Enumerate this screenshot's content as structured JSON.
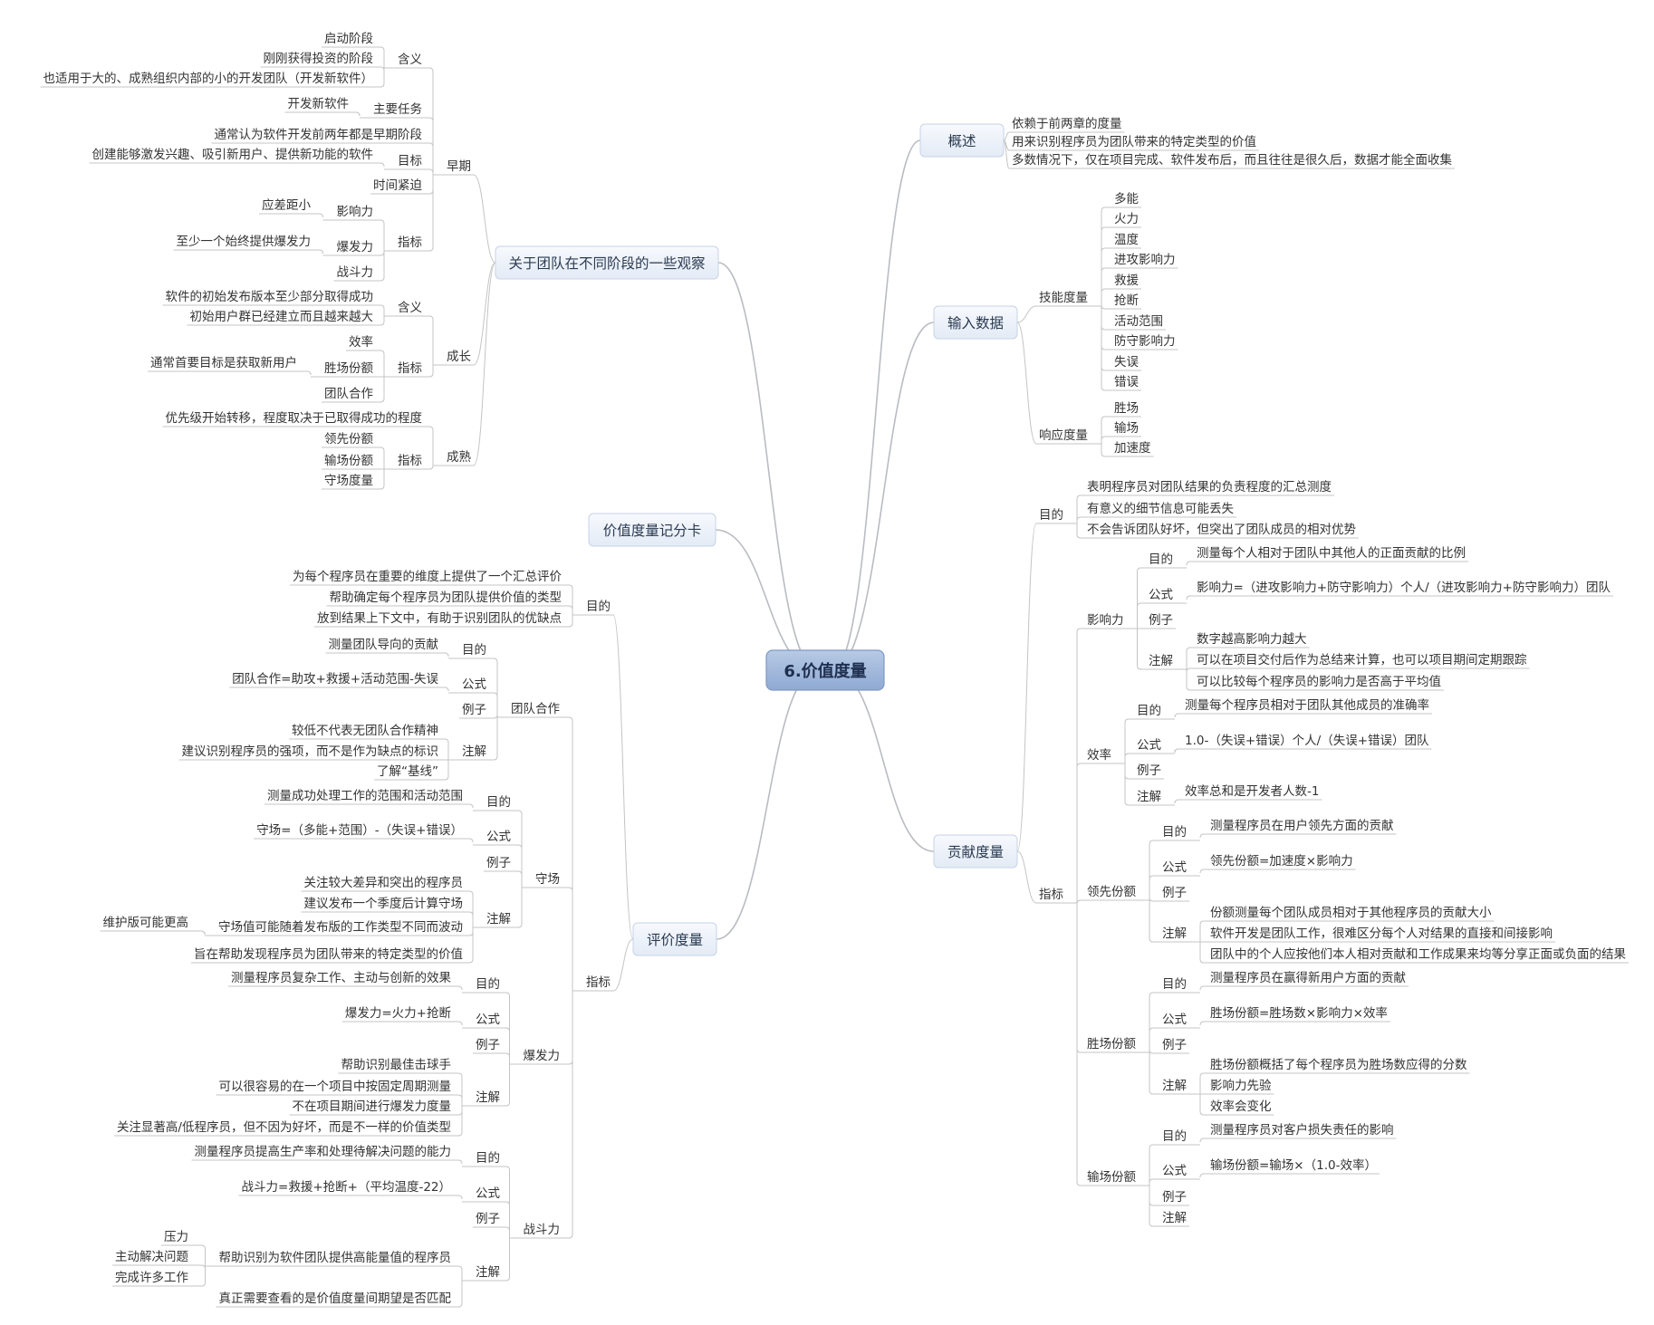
{
  "central": "6.价值度量",
  "nodes": [
    {
      "id": "ov",
      "t": "概述",
      "tp": true
    },
    {
      "id": "ov1",
      "t": "依赖于前两章的度量",
      "p": "ov"
    },
    {
      "id": "ov2",
      "t": "用来识别程序员为团队带来的特定类型的价值",
      "p": "ov"
    },
    {
      "id": "ov3",
      "t": "多数情况下，仅在项目完成、软件发布后，而且往往是很久后，数据才能全面收集",
      "p": "ov"
    },
    {
      "id": "in",
      "t": "输入数据",
      "tp": true
    },
    {
      "id": "sk",
      "t": "技能度量",
      "p": "in"
    },
    {
      "id": "sk1",
      "t": "多能",
      "p": "sk"
    },
    {
      "id": "sk2",
      "t": "火力",
      "p": "sk"
    },
    {
      "id": "sk3",
      "t": "温度",
      "p": "sk"
    },
    {
      "id": "sk4",
      "t": "进攻影响力",
      "p": "sk"
    },
    {
      "id": "sk5",
      "t": "救援",
      "p": "sk"
    },
    {
      "id": "sk6",
      "t": "抢断",
      "p": "sk"
    },
    {
      "id": "sk7",
      "t": "活动范围",
      "p": "sk"
    },
    {
      "id": "sk8",
      "t": "防守影响力",
      "p": "sk"
    },
    {
      "id": "sk9",
      "t": "失误",
      "p": "sk"
    },
    {
      "id": "sk10",
      "t": "错误",
      "p": "sk"
    },
    {
      "id": "rs",
      "t": "响应度量",
      "p": "in"
    },
    {
      "id": "rs1",
      "t": "胜场",
      "p": "rs"
    },
    {
      "id": "rs2",
      "t": "输场",
      "p": "rs"
    },
    {
      "id": "rs3",
      "t": "加速度",
      "p": "rs"
    },
    {
      "id": "gx",
      "t": "贡献度量",
      "tp": true
    },
    {
      "id": "gxm",
      "t": "目的",
      "p": "gx"
    },
    {
      "id": "gxm1",
      "t": "表明程序员对团队结果的负责程度的汇总测度",
      "p": "gxm"
    },
    {
      "id": "gxm2",
      "t": "有意义的细节信息可能丢失",
      "p": "gxm"
    },
    {
      "id": "gxm3",
      "t": "不会告诉团队好坏，但突出了团队成员的相对优势",
      "p": "gxm"
    },
    {
      "id": "gxz",
      "t": "指标",
      "p": "gx"
    },
    {
      "id": "yx",
      "t": "影响力",
      "p": "gxz"
    },
    {
      "id": "yxm",
      "t": "目的",
      "p": "yx"
    },
    {
      "id": "yxm1",
      "t": "测量每个人相对于团队中其他人的正面贡献的比例",
      "p": "yxm"
    },
    {
      "id": "yxf",
      "t": "公式",
      "p": "yx"
    },
    {
      "id": "yxf1",
      "t": "影响力=（进攻影响力+防守影响力）个人/（进攻影响力+防守影响力）团队",
      "p": "yxf"
    },
    {
      "id": "yxe",
      "t": "例子",
      "p": "yx"
    },
    {
      "id": "yxn",
      "t": "注解",
      "p": "yx"
    },
    {
      "id": "yxn1",
      "t": "数字越高影响力越大",
      "p": "yxn"
    },
    {
      "id": "yxn2",
      "t": "可以在项目交付后作为总结来计算，也可以项目期间定期跟踪",
      "p": "yxn"
    },
    {
      "id": "yxn3",
      "t": "可以比较每个程序员的影响力是否高于平均值",
      "p": "yxn"
    },
    {
      "id": "xl",
      "t": "效率",
      "p": "gxz"
    },
    {
      "id": "xlm",
      "t": "目的",
      "p": "xl"
    },
    {
      "id": "xlm1",
      "t": "测量每个程序员相对于团队其他成员的准确率",
      "p": "xlm"
    },
    {
      "id": "xlf",
      "t": "公式",
      "p": "xl"
    },
    {
      "id": "xlf1",
      "t": "1.0-（失误+错误）个人/（失误+错误）团队",
      "p": "xlf"
    },
    {
      "id": "xle",
      "t": "例子",
      "p": "xl"
    },
    {
      "id": "xln",
      "t": "注解",
      "p": "xl"
    },
    {
      "id": "xln1",
      "t": "效率总和是开发者人数-1",
      "p": "xln"
    },
    {
      "id": "lx",
      "t": "领先份额",
      "p": "gxz"
    },
    {
      "id": "lxm",
      "t": "目的",
      "p": "lx"
    },
    {
      "id": "lxm1",
      "t": "测量程序员在用户领先方面的贡献",
      "p": "lxm"
    },
    {
      "id": "lxf",
      "t": "公式",
      "p": "lx"
    },
    {
      "id": "lxf1",
      "t": "领先份额=加速度×影响力",
      "p": "lxf"
    },
    {
      "id": "lxe",
      "t": "例子",
      "p": "lx"
    },
    {
      "id": "lxn",
      "t": "注解",
      "p": "lx"
    },
    {
      "id": "lxn1",
      "t": "份额测量每个团队成员相对于其他程序员的贡献大小",
      "p": "lxn"
    },
    {
      "id": "lxn2",
      "t": "软件开发是团队工作，很难区分每个人对结果的直接和间接影响",
      "p": "lxn"
    },
    {
      "id": "lxn3",
      "t": "团队中的个人应按他们本人相对贡献和工作成果来均等分享正面或负面的结果",
      "p": "lxn"
    },
    {
      "id": "sc",
      "t": "胜场份额",
      "p": "gxz"
    },
    {
      "id": "scm",
      "t": "目的",
      "p": "sc"
    },
    {
      "id": "scm1",
      "t": "测量程序员在赢得新用户方面的贡献",
      "p": "scm"
    },
    {
      "id": "scf",
      "t": "公式",
      "p": "sc"
    },
    {
      "id": "scf1",
      "t": "胜场份额=胜场数×影响力×效率",
      "p": "scf"
    },
    {
      "id": "sce",
      "t": "例子",
      "p": "sc"
    },
    {
      "id": "scn",
      "t": "注解",
      "p": "sc"
    },
    {
      "id": "scn1",
      "t": "胜场份额概括了每个程序员为胜场数应得的分数",
      "p": "scn"
    },
    {
      "id": "scn2",
      "t": "影响力先验",
      "p": "scn"
    },
    {
      "id": "scn3",
      "t": "效率会变化",
      "p": "scn"
    },
    {
      "id": "ss",
      "t": "输场份额",
      "p": "gxz"
    },
    {
      "id": "ssm",
      "t": "目的",
      "p": "ss"
    },
    {
      "id": "ssm1",
      "t": "测量程序员对客户损失责任的影响",
      "p": "ssm"
    },
    {
      "id": "ssf",
      "t": "公式",
      "p": "ss"
    },
    {
      "id": "ssf1",
      "t": "输场份额=输场×（1.0-效率）",
      "p": "ssf"
    },
    {
      "id": "sse",
      "t": "例子",
      "p": "ss"
    },
    {
      "id": "ssn",
      "t": "注解",
      "p": "ss"
    },
    {
      "id": "ob",
      "t": "关于团队在不同阶段的一些观察",
      "tp": true
    },
    {
      "id": "zq",
      "t": "早期",
      "p": "ob"
    },
    {
      "id": "zqh",
      "t": "含义",
      "p": "zq"
    },
    {
      "id": "zqh1",
      "t": "启动阶段",
      "p": "zqh"
    },
    {
      "id": "zqh2",
      "t": "刚刚获得投资的阶段",
      "p": "zqh"
    },
    {
      "id": "zqh3",
      "t": "也适用于大的、成熟组织内部的小的开发团队（开发新软件）",
      "p": "zqh"
    },
    {
      "id": "zqr",
      "t": "主要任务",
      "p": "zq"
    },
    {
      "id": "zqr1",
      "t": "开发新软件",
      "p": "zqr"
    },
    {
      "id": "zqr2",
      "t": "通常认为软件开发前两年都是早期阶段",
      "p": "zq"
    },
    {
      "id": "zqg",
      "t": "目标",
      "p": "zq"
    },
    {
      "id": "zqg1",
      "t": "创建能够激发兴趣、吸引新用户、提供新功能的软件",
      "p": "zqg"
    },
    {
      "id": "zqt",
      "t": "时间紧迫",
      "p": "zq"
    },
    {
      "id": "zqz",
      "t": "指标",
      "p": "zq"
    },
    {
      "id": "zqz1",
      "t": "影响力",
      "p": "zqz"
    },
    {
      "id": "zqz1a",
      "t": "应差距小",
      "p": "zqz1"
    },
    {
      "id": "zqz2",
      "t": "爆发力",
      "p": "zqz"
    },
    {
      "id": "zqz2a",
      "t": "至少一个始终提供爆发力",
      "p": "zqz2"
    },
    {
      "id": "zqz3",
      "t": "战斗力",
      "p": "zqz"
    },
    {
      "id": "cz",
      "t": "成长",
      "p": "ob"
    },
    {
      "id": "czh",
      "t": "含义",
      "p": "cz"
    },
    {
      "id": "czh1",
      "t": "软件的初始发布版本至少部分取得成功",
      "p": "czh"
    },
    {
      "id": "czh2",
      "t": "初始用户群已经建立而且越来越大",
      "p": "czh"
    },
    {
      "id": "czz",
      "t": "指标",
      "p": "cz"
    },
    {
      "id": "czz1",
      "t": "效率",
      "p": "czz"
    },
    {
      "id": "czz2",
      "t": "胜场份额",
      "p": "czz"
    },
    {
      "id": "czz2a",
      "t": "通常首要目标是获取新用户",
      "p": "czz2"
    },
    {
      "id": "czz3",
      "t": "团队合作",
      "p": "czz"
    },
    {
      "id": "cs",
      "t": "成熟",
      "p": "ob"
    },
    {
      "id": "cs0",
      "t": "优先级开始转移，程度取决于已取得成功的程度",
      "p": "cs"
    },
    {
      "id": "csz",
      "t": "指标",
      "p": "cs"
    },
    {
      "id": "csz1",
      "t": "领先份额",
      "p": "csz"
    },
    {
      "id": "csz2",
      "t": "输场份额",
      "p": "csz"
    },
    {
      "id": "csz3",
      "t": "守场度量",
      "p": "csz"
    },
    {
      "id": "sc2",
      "t": "价值度量记分卡",
      "tp": true
    },
    {
      "id": "pj",
      "t": "评价度量",
      "tp": true
    },
    {
      "id": "pjm",
      "t": "目的",
      "p": "pj"
    },
    {
      "id": "pjm1",
      "t": "为每个程序员在重要的维度上提供了一个汇总评价",
      "p": "pjm"
    },
    {
      "id": "pjm2",
      "t": "帮助确定每个程序员为团队提供价值的类型",
      "p": "pjm"
    },
    {
      "id": "pjm3",
      "t": "放到结果上下文中，有助于识别团队的优缺点",
      "p": "pjm"
    },
    {
      "id": "pjz",
      "t": "指标",
      "p": "pj"
    },
    {
      "id": "tt",
      "t": "团队合作",
      "p": "pjz"
    },
    {
      "id": "ttm",
      "t": "目的",
      "p": "tt"
    },
    {
      "id": "ttm1",
      "t": "测量团队导向的贡献",
      "p": "ttm"
    },
    {
      "id": "ttf",
      "t": "公式",
      "p": "tt"
    },
    {
      "id": "ttf1",
      "t": "团队合作=助攻+救援+活动范围-失误",
      "p": "ttf"
    },
    {
      "id": "tte",
      "t": "例子",
      "p": "tt"
    },
    {
      "id": "ttn",
      "t": "注解",
      "p": "tt"
    },
    {
      "id": "ttn1",
      "t": "较低不代表无团队合作精神",
      "p": "ttn"
    },
    {
      "id": "ttn2",
      "t": "建议识别程序员的强项，而不是作为缺点的标识",
      "p": "ttn"
    },
    {
      "id": "ttn3",
      "t": "了解“基线”",
      "p": "ttn"
    },
    {
      "id": "sh",
      "t": "守场",
      "p": "pjz"
    },
    {
      "id": "shm",
      "t": "目的",
      "p": "sh"
    },
    {
      "id": "shm1",
      "t": "测量成功处理工作的范围和活动范围",
      "p": "shm"
    },
    {
      "id": "shf",
      "t": "公式",
      "p": "sh"
    },
    {
      "id": "shf1",
      "t": "守场=（多能+范围）-（失误+错误）",
      "p": "shf"
    },
    {
      "id": "she",
      "t": "例子",
      "p": "sh"
    },
    {
      "id": "shn",
      "t": "注解",
      "p": "sh"
    },
    {
      "id": "shn1",
      "t": "关注较大差异和突出的程序员",
      "p": "shn"
    },
    {
      "id": "shn2",
      "t": "建议发布一个季度后计算守场",
      "p": "shn"
    },
    {
      "id": "shn3",
      "t": "守场值可能随着发布版的工作类型不同而波动",
      "p": "shn"
    },
    {
      "id": "shn3a",
      "t": "维护版可能更高",
      "p": "shn3"
    },
    {
      "id": "shn4",
      "t": "旨在帮助发现程序员为团队带来的特定类型的价值",
      "p": "shn"
    },
    {
      "id": "bf",
      "t": "爆发力",
      "p": "pjz"
    },
    {
      "id": "bfm",
      "t": "目的",
      "p": "bf"
    },
    {
      "id": "bfm1",
      "t": "测量程序员复杂工作、主动与创新的效果",
      "p": "bfm"
    },
    {
      "id": "bff",
      "t": "公式",
      "p": "bf"
    },
    {
      "id": "bff1",
      "t": "爆发力=火力+抢断",
      "p": "bff"
    },
    {
      "id": "bfe",
      "t": "例子",
      "p": "bf"
    },
    {
      "id": "bfn",
      "t": "注解",
      "p": "bf"
    },
    {
      "id": "bfn1",
      "t": "帮助识别最佳击球手",
      "p": "bfn"
    },
    {
      "id": "bfn2",
      "t": "可以很容易的在一个项目中按固定周期测量",
      "p": "bfn"
    },
    {
      "id": "bfn3",
      "t": "不在项目期间进行爆发力度量",
      "p": "bfn"
    },
    {
      "id": "bfn4",
      "t": "关注显著高/低程序员，但不因为好坏，而是不一样的价值类型",
      "p": "bfn"
    },
    {
      "id": "zd",
      "t": "战斗力",
      "p": "pjz"
    },
    {
      "id": "zdm",
      "t": "目的",
      "p": "zd"
    },
    {
      "id": "zdm1",
      "t": "测量程序员提高生产率和处理待解决问题的能力",
      "p": "zdm"
    },
    {
      "id": "zdf",
      "t": "公式",
      "p": "zd"
    },
    {
      "id": "zdf1",
      "t": "战斗力=救援+抢断+（平均温度-22）",
      "p": "zdf"
    },
    {
      "id": "zde",
      "t": "例子",
      "p": "zd"
    },
    {
      "id": "zdn",
      "t": "注解",
      "p": "zd"
    },
    {
      "id": "zdn1",
      "t": "帮助识别为软件团队提供高能量值的程序员",
      "p": "zdn"
    },
    {
      "id": "zdn1a",
      "t": "压力",
      "p": "zdn1"
    },
    {
      "id": "zdn1b",
      "t": "主动解决问题",
      "p": "zdn1"
    },
    {
      "id": "zdn1c",
      "t": "完成许多工作",
      "p": "zdn1"
    },
    {
      "id": "zdn2",
      "t": "真正需要查看的是价值度量间期望是否匹配",
      "p": "zdn"
    }
  ]
}
